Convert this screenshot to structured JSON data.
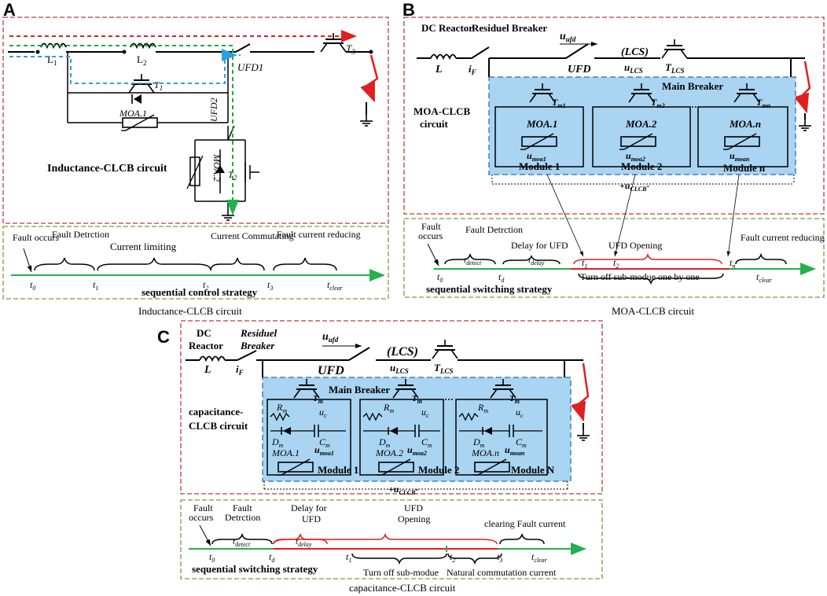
{
  "panels": {
    "a": {
      "letter": "A",
      "caption": "Inductance-CLCB circuit",
      "circuit_title": "Inductance-CLCB circuit",
      "components": {
        "l1": "L",
        "l1_sub": "1",
        "l2": "L",
        "l2_sub": "2",
        "t3": "T",
        "t3_sub": "3",
        "t1": "T",
        "t1_sub": "1",
        "t2": "T",
        "t2_sub": "2",
        "ufd1": "UFD1",
        "ufd2": "UFD2",
        "moa1": "MOA.1",
        "moa2": "MOA.2"
      },
      "timeline": {
        "title": "sequential  control strategy",
        "phases": [
          "Fault occurs",
          "Fault Detrction",
          "Current limiting",
          "Current Commutating",
          "Fault current reducing"
        ],
        "ticks": [
          {
            "t": "t",
            "sub": "0"
          },
          {
            "t": "t",
            "sub": "1"
          },
          {
            "t": "t",
            "sub": "2"
          },
          {
            "t": "t",
            "sub": "3"
          },
          {
            "t": "t",
            "sub": "clear"
          }
        ]
      }
    },
    "b": {
      "letter": "B",
      "caption": "MOA-CLCB circuit",
      "circuit_title": "MOA-CLCB circuit",
      "dc_reactor": "DC Reactor",
      "reactor_symbol": "L",
      "residual_breaker": "Residuel Breaker",
      "current": "i",
      "current_sub": "F",
      "ufd": "UFD",
      "u_ufd": "u",
      "u_ufd_sub": "ufd",
      "lcs": "(LCS)",
      "u_lcs": "u",
      "u_lcs_sub": "LCS",
      "t_lcs": "T",
      "t_lcs_sub": "LCS",
      "main_breaker": "Main Breaker",
      "modules": [
        {
          "t": "T",
          "t_sub": "m1",
          "moa": "MOA.1",
          "u": "u",
          "u_sub": "moa1",
          "label": "Module 1"
        },
        {
          "t": "T",
          "t_sub": "m2",
          "moa": "MOA.2",
          "u": "u",
          "u_sub": "moa2",
          "label": "Module 2"
        },
        {
          "t": "T",
          "t_sub": "mn",
          "moa": "MOA.n",
          "u": "u",
          "u_sub": "moan",
          "label": "Module n"
        }
      ],
      "u_clcb": "+u",
      "u_clcb_sub": "CLCB",
      "u_clcb_minus": "-",
      "timeline": {
        "title": "sequential switching  strategy",
        "labels": {
          "fault_occurs": "Fault occurs",
          "detection": "Fault Detrction",
          "delay": "Delay for UFD",
          "ufd_opening": "UFD Opening",
          "reducing": "Fault current reducing",
          "turnoff": "Turn off sub-modue one by one"
        },
        "ticks": [
          {
            "t": "t",
            "sub": "0"
          },
          {
            "t": "t",
            "sub": "d"
          },
          {
            "t": "t",
            "sub": "1"
          },
          {
            "t": "t",
            "sub": "2"
          },
          {
            "t": "t",
            "sub": "n"
          },
          {
            "t": "t",
            "sub": "clear"
          }
        ],
        "intervals": [
          {
            "t": "t",
            "sub": "detect"
          },
          {
            "t": "t",
            "sub": "delay"
          }
        ]
      }
    },
    "c": {
      "letter": "C",
      "caption": "capacitance-CLCB circuit",
      "circuit_title": "capacitance- CLCB circuit",
      "dc_reactor": "DC Reactor",
      "reactor_symbol": "L",
      "residual_breaker": "Residuel Breaker",
      "current": "i",
      "current_sub": "F",
      "ufd": "UFD",
      "u_ufd": "u",
      "u_ufd_sub": "ufd",
      "lcs": "(LCS)",
      "u_lcs": "u",
      "u_lcs_sub": "LCS",
      "t_lcs": "T",
      "t_lcs_sub": "LCS",
      "main_breaker": "Main Breaker",
      "modules": [
        {
          "t": "T",
          "t_sub": "m",
          "r": "R",
          "r_sub": "m",
          "d": "D",
          "d_sub": "m",
          "c": "C",
          "c_sub": "m",
          "uc": "u",
          "uc_sub": "c",
          "moa": "MOA.1",
          "u": "u",
          "u_sub": "moa1",
          "label": "Module 1"
        },
        {
          "t": "T",
          "t_sub": "m",
          "r": "R",
          "r_sub": "m",
          "d": "D",
          "d_sub": "m",
          "c": "C",
          "c_sub": "m",
          "uc": "u",
          "uc_sub": "c",
          "moa": "MOA.2",
          "u": "u",
          "u_sub": "moa2",
          "label": "Module 2"
        },
        {
          "t": "T",
          "t_sub": "m",
          "r": "R",
          "r_sub": "m",
          "d": "D",
          "d_sub": "m",
          "c": "C",
          "c_sub": "m",
          "uc": "u",
          "uc_sub": "c",
          "moa": "MOA.n",
          "u": "u",
          "u_sub": "moan",
          "label": "Module N"
        }
      ],
      "u_clcb": "+u",
      "u_clcb_sub": "CLCB",
      "u_clcb_minus": "-",
      "timeline": {
        "title": "sequential switching  strategy",
        "labels": {
          "fault_occurs": "Fault occurs",
          "detection": "Fault Detrction",
          "delay": "Delay for UFD",
          "ufd_opening": "UFD Opening",
          "clearing": "clearing Fault current",
          "turnoff": "Turn off sub-modue",
          "natural": "Natural commutation current"
        },
        "ticks": [
          {
            "t": "t",
            "sub": "0"
          },
          {
            "t": "t",
            "sub": "d"
          },
          {
            "t": "t",
            "sub": "1"
          },
          {
            "t": "t",
            "sub": "2"
          },
          {
            "t": "t",
            "sub": "3"
          },
          {
            "t": "t",
            "sub": "clear"
          }
        ],
        "intervals": [
          {
            "t": "t",
            "sub": "detect"
          },
          {
            "t": "t",
            "sub": "delay"
          }
        ]
      }
    }
  },
  "colors": {
    "red_frame": "#b5403a",
    "green_frame": "#7a9a3a",
    "axis": "#23b14d",
    "fault": "#e02020",
    "blue_box": "#a9d4f2",
    "path_red": "#e02020",
    "path_green": "#1faa3a",
    "path_blue": "#2aa0e0"
  }
}
